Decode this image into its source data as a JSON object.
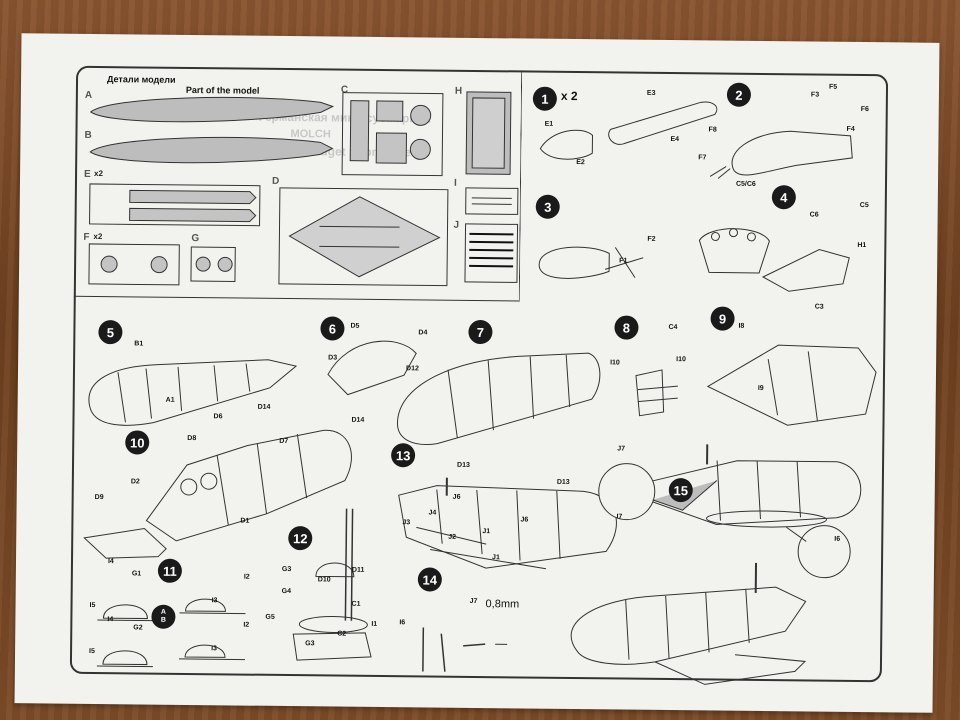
{
  "header": {
    "parts_title_ru": "Детали модели",
    "parts_title_en": "Part of the model",
    "ghost_title_1": "Германская мини-субмарина",
    "ghost_title_2": "German Midget Submarine",
    "ghost_subtitle": "MOLCH"
  },
  "sprues": [
    {
      "id": "A",
      "label": "A"
    },
    {
      "id": "B",
      "label": "B"
    },
    {
      "id": "C",
      "label": "C"
    },
    {
      "id": "D",
      "label": "D"
    },
    {
      "id": "E",
      "label": "E"
    },
    {
      "id": "E_count",
      "label": "x2"
    },
    {
      "id": "F",
      "label": "F"
    },
    {
      "id": "F_count",
      "label": "x2"
    },
    {
      "id": "G",
      "label": "G"
    },
    {
      "id": "H",
      "label": "H"
    },
    {
      "id": "I",
      "label": "I"
    },
    {
      "id": "J",
      "label": "J"
    }
  ],
  "steps": [
    {
      "n": "1",
      "qty": "x 2",
      "parts": [
        "E1",
        "E2",
        "E3",
        "E4"
      ]
    },
    {
      "n": "2",
      "parts": [
        "F3",
        "F5",
        "F6",
        "F4",
        "F8",
        "F7"
      ]
    },
    {
      "n": "3",
      "parts": [
        "F2",
        "F1"
      ]
    },
    {
      "n": "4",
      "parts": [
        "C5/C6",
        "C6",
        "C5",
        "H1"
      ]
    },
    {
      "n": "5",
      "parts": [
        "B1",
        "A1"
      ]
    },
    {
      "n": "6",
      "parts": [
        "D5",
        "D4",
        "D3",
        "D12"
      ]
    },
    {
      "n": "7",
      "parts": []
    },
    {
      "n": "8",
      "parts": [
        "C4",
        "I10",
        "I10"
      ]
    },
    {
      "n": "9",
      "parts": [
        "C3",
        "I8",
        "I9"
      ]
    },
    {
      "n": "10",
      "parts": [
        "D14",
        "D6",
        "D8",
        "D7",
        "D14",
        "D2",
        "D9",
        "D1"
      ]
    },
    {
      "n": "11",
      "parts": [
        "I4",
        "G1",
        "I5",
        "I2",
        "I3",
        "I4",
        "G2",
        "I5",
        "I2",
        "I3"
      ]
    },
    {
      "n": "12",
      "parts": [
        "G3",
        "G4",
        "D10",
        "D11",
        "G5",
        "C1",
        "G3",
        "C2",
        "I1"
      ]
    },
    {
      "n": "13",
      "parts": [
        "D13",
        "D13",
        "J6",
        "J6",
        "J3",
        "J4",
        "J2",
        "J1",
        "J1"
      ]
    },
    {
      "n": "14",
      "parts": [
        "J7",
        "I6"
      ],
      "note": "0,8mm"
    },
    {
      "n": "15",
      "parts": [
        "J7",
        "I7",
        "I6"
      ]
    }
  ],
  "variant_badge": {
    "top": "A",
    "bottom": "B"
  }
}
